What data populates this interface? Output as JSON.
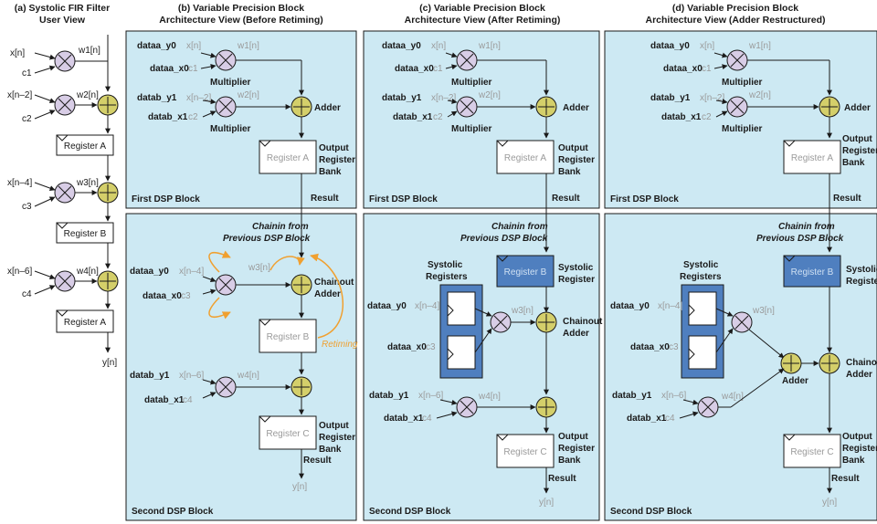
{
  "headers": {
    "a": [
      "(a) Systolic FIR Filter",
      "User View"
    ],
    "b": [
      "(b) Variable Precision Block",
      "Architecture View (Before Retiming)"
    ],
    "c": [
      "(c) Variable Precision Block",
      "Architecture View (After Retiming)"
    ],
    "d": [
      "(d) Variable Precision Block",
      "Architecture View (Adder Restructured)"
    ]
  },
  "user_view": {
    "x0": "x[n]",
    "x1": "x[n–2]",
    "x2": "x[n–4]",
    "x3": "x[n–6]",
    "c1": "c1",
    "c2": "c2",
    "c3": "c3",
    "c4": "c4",
    "w1": "w1[n]",
    "w2": "w2[n]",
    "w3": "w3[n]",
    "w4": "w4[n]",
    "regA1": "Register A",
    "regB": "Register B",
    "regA2": "Register A",
    "y": "y[n]"
  },
  "labels": {
    "dataa_y0": "dataa_y0",
    "dataa_x0": "dataa_x0",
    "datab_y1": "datab_y1",
    "datab_x1": "datab_x1",
    "xn": "x[n]",
    "xn2": "x[n–2]",
    "xn4": "x[n–4]",
    "xn6": "x[n–6]",
    "c1": "c1",
    "c2": "c2",
    "c3": "c3",
    "c4": "c4",
    "w1": "w1[n]",
    "w2": "w2[n]",
    "w3": "w3[n]",
    "w4": "w4[n]",
    "multiplier": "Multiplier",
    "adder": "Adder",
    "output": "Output",
    "register": "Register",
    "bank": "Bank",
    "regA": "Register A",
    "regB": "Register B",
    "regC": "Register C",
    "result": "Result",
    "yn": "y[n]",
    "first_dsp": "First DSP Block",
    "second_dsp": "Second DSP Block",
    "chainin1": "Chainin from",
    "chainin2": "Previous DSP Block",
    "chainout": "Chainout",
    "systolic": "Systolic",
    "registers": "Registers",
    "retiming": "Retiming"
  },
  "colors": {
    "panel": "#cde9f3",
    "multiplier": "#d8cde6",
    "adder": "#d4cf6a",
    "systolic_reg": "#4f7fbf",
    "retiming_arrow": "#f0a030"
  }
}
